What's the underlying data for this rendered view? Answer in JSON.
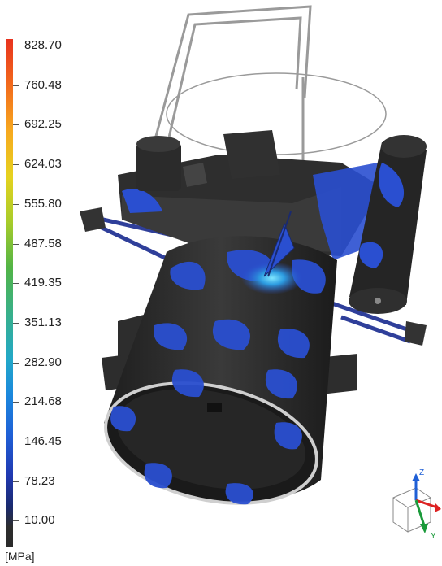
{
  "legend": {
    "ticks": [
      "828.70",
      "760.48",
      "692.25",
      "624.03",
      "555.80",
      "487.58",
      "419.35",
      "351.13",
      "282.90",
      "214.68",
      "146.45",
      "78.23",
      "10.00"
    ],
    "unit": "[MPa]"
  },
  "triad": {
    "z_label": "Z",
    "y_label": "Y"
  },
  "colors": {
    "structure": "#2b2b2b",
    "stress_low": "#2a4fd0",
    "stress_mid": "#2c9be0",
    "frame": "#9a9a9a"
  }
}
